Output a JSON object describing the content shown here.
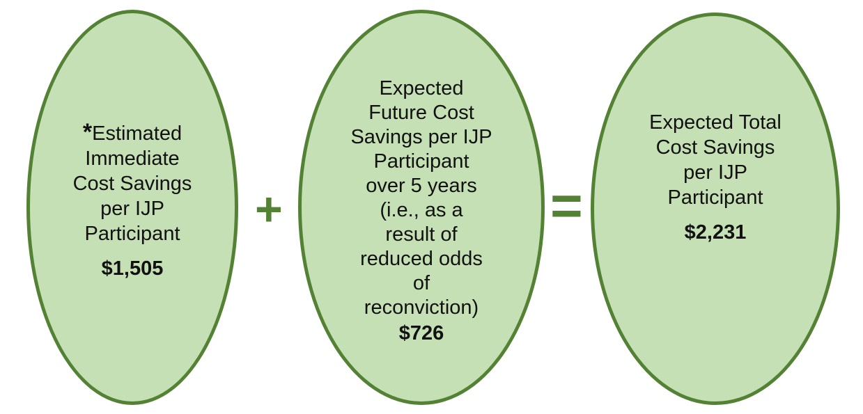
{
  "left": {
    "asterisk": "*",
    "label": [
      "Estimated",
      "Immediate",
      "Cost Savings",
      "per IJP",
      "Participant"
    ],
    "amount": "$1,505"
  },
  "middle": {
    "label": [
      "Expected",
      "Future Cost",
      "Savings per IJP",
      "Participant",
      "over 5 years",
      "(i.e., as a",
      "result of",
      "reduced odds",
      "of",
      "reconviction)"
    ],
    "amount": "$726"
  },
  "right": {
    "label": [
      "Expected Total",
      "Cost Savings",
      "per IJP",
      "Participant"
    ],
    "amount": "$2,231"
  },
  "operators": {
    "plus": "+",
    "equals": "="
  },
  "colors": {
    "fill": "#c5e0b4",
    "stroke": "#548235"
  }
}
